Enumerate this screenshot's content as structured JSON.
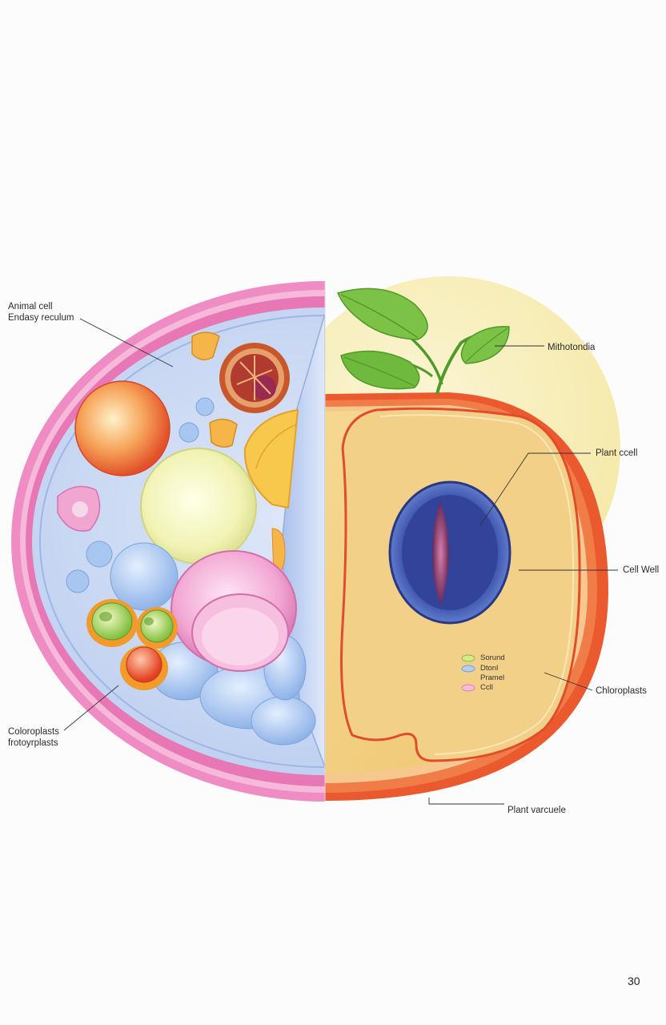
{
  "labels": {
    "animal_cell": "Animal cell",
    "endoplasmic": "Endasy reculum",
    "mitochondria": "Mithotondia",
    "plant_cell": "Plant ccell",
    "cell_wall": "Cell Well",
    "chloroplasts_right": "Chloroplasts",
    "plant_vacuole": "Plant varcuele",
    "chloroplasts_left_1": "Coloroplasts",
    "chloroplasts_left_2": "frotoyrplasts"
  },
  "key": {
    "items": [
      {
        "text": "Sorund",
        "color": "#b9d65a"
      },
      {
        "text": "Dtonl",
        "color": "#6f9ed8"
      },
      {
        "text": "Pramel",
        "color": ""
      },
      {
        "text": "Ccll",
        "color": "#e87bb8"
      }
    ]
  },
  "page_number": "30",
  "colors": {
    "animal_membrane": "#ea79b8",
    "animal_cytoplasm": "#c9d8f2",
    "plant_wall": "#ea5a2e",
    "plant_cytoplasm": "#f1cf80",
    "background_halo": "#f8f0bf",
    "nucleus": "#3a4fa7",
    "leaf": "#6fbf3e"
  }
}
